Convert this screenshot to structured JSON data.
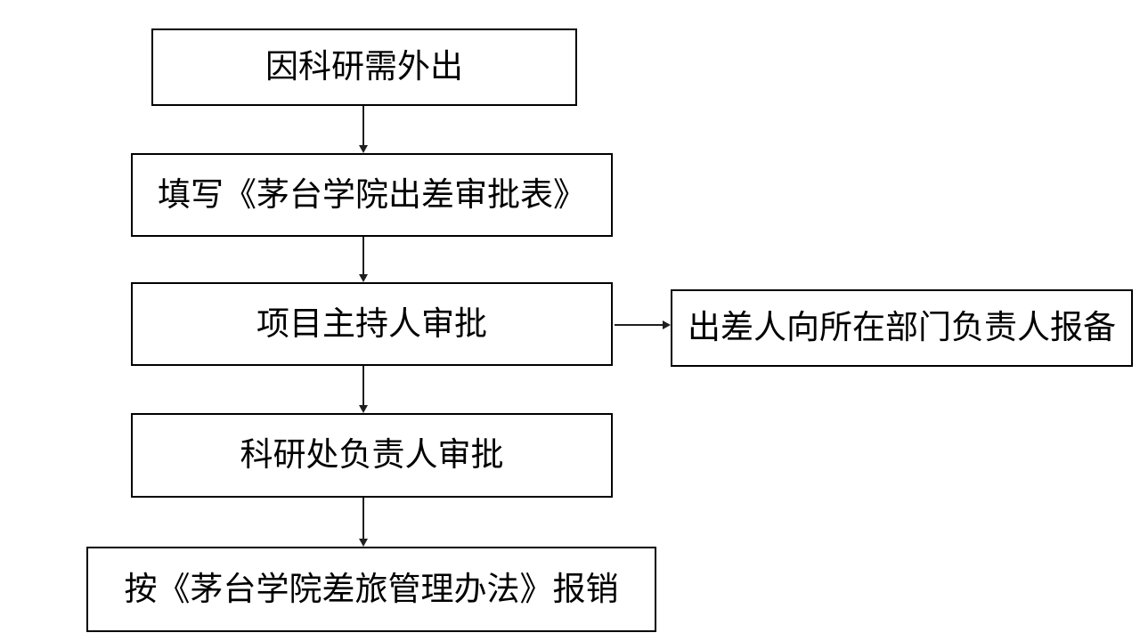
{
  "flowchart": {
    "background": "#ffffff",
    "nodes": [
      {
        "id": "need-travel",
        "label": "因科研需外出"
      },
      {
        "id": "fill-form",
        "label": "填写《茅台学院出差审批表》"
      },
      {
        "id": "project-leader-approval",
        "label": "项目主持人审批"
      },
      {
        "id": "research-office-approval",
        "label": "科研处负责人审批"
      },
      {
        "id": "reimbursement",
        "label": "按《茅台学院差旅管理办法》报销"
      },
      {
        "id": "report-dept-leader",
        "label": "出差人向所在部门负责人报备"
      }
    ],
    "edges": [
      {
        "from": "need-travel",
        "to": "fill-form",
        "direction": "down"
      },
      {
        "from": "fill-form",
        "to": "project-leader-approval",
        "direction": "down"
      },
      {
        "from": "project-leader-approval",
        "to": "report-dept-leader",
        "direction": "right"
      },
      {
        "from": "project-leader-approval",
        "to": "research-office-approval",
        "direction": "down"
      },
      {
        "from": "research-office-approval",
        "to": "reimbursement",
        "direction": "down"
      }
    ],
    "colors": {
      "node_border": "#000000",
      "node_fill": "#ffffff",
      "text": "#000000",
      "arrow": "#1f1f1f"
    }
  }
}
